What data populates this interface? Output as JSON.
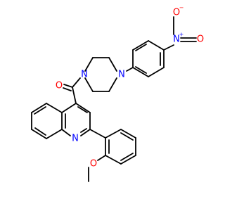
{
  "structure": {
    "atoms": {
      "nitro_N": {
        "symbol": "N",
        "charge": "+",
        "color": "#0000ff"
      },
      "nitro_O_top": {
        "symbol": "O",
        "charge": "−",
        "color": "#ff0000"
      },
      "nitro_O_right": {
        "symbol": "O",
        "color": "#ff0000"
      },
      "piperazine_N_top": {
        "symbol": "N",
        "color": "#0000ff"
      },
      "piperazine_N_bottom": {
        "symbol": "N",
        "color": "#0000ff"
      },
      "carbonyl_O": {
        "symbol": "O",
        "color": "#ff0000"
      },
      "quinoline_N": {
        "symbol": "N",
        "color": "#0000ff"
      },
      "methoxy_O": {
        "symbol": "O",
        "color": "#ff0000"
      }
    }
  }
}
